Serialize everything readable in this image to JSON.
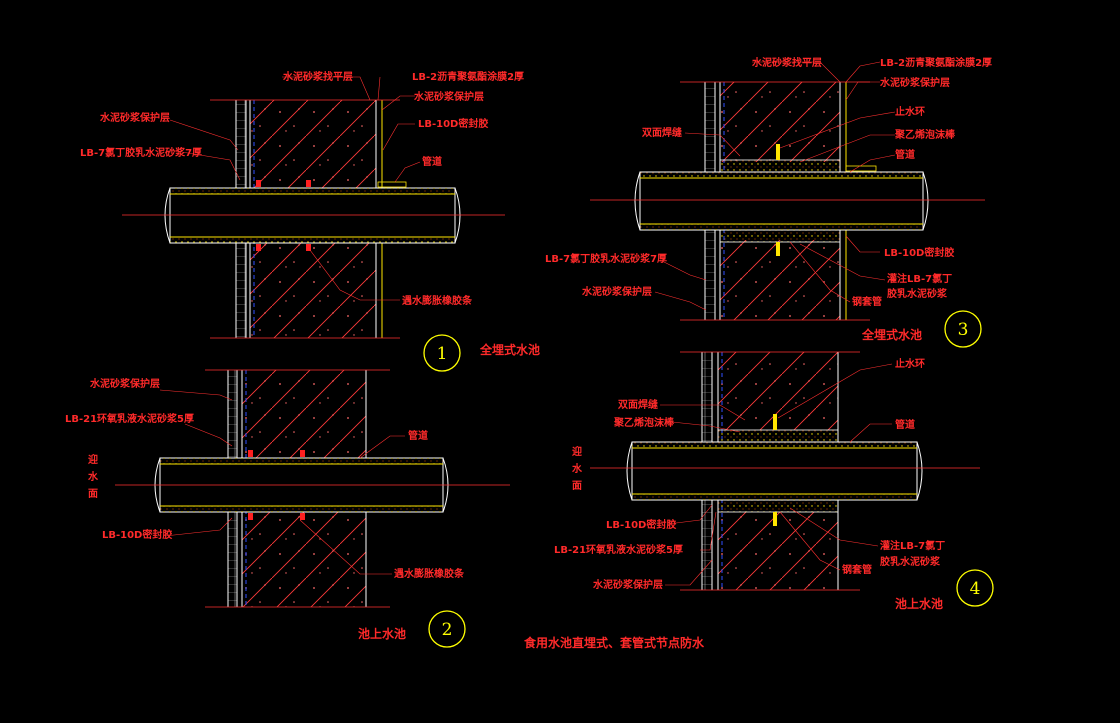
{
  "colors": {
    "background": "#000000",
    "label": "#ff2a2a",
    "wall_line": "#ffffff",
    "hatch": "#ff3a3a",
    "pipe": "#ffe600",
    "pipe_shell": "#ffffff",
    "circle": "#ffff00",
    "waterline": "#ff3030",
    "dashed_blue": "#3050ff"
  },
  "main_title": "食用水池直埋式、套管式节点防水",
  "details": [
    {
      "number": "1",
      "caption": "全埋式水池",
      "labels": [
        "水泥砂浆找平层",
        "LB-2沥青聚氨酯涂膜2厚",
        "水泥砂浆保护层",
        "LB-10D密封胶",
        "水泥砂浆保护层",
        "LB-7氯丁胶乳水泥砂浆7厚",
        "管道",
        "遇水膨胀橡胶条"
      ]
    },
    {
      "number": "2",
      "caption": "池上水池",
      "labels": [
        "水泥砂浆保护层",
        "LB-21环氧乳液水泥砂浆5厚",
        "管道",
        "迎",
        "水",
        "面",
        "LB-10D密封胶",
        "遇水膨胀橡胶条"
      ]
    },
    {
      "number": "3",
      "caption": "全埋式水池",
      "labels": [
        "水泥砂浆找平层",
        "LB-2沥青聚氨酯涂膜2厚",
        "水泥砂浆保护层",
        "止水环",
        "双面焊缝",
        "聚乙烯泡沫棒",
        "管道",
        "LB-10D密封胶",
        "LB-7氯丁胶乳水泥砂浆7厚",
        "灌注LB-7氯丁",
        "胶乳水泥砂浆",
        "水泥砂浆保护层",
        "钢套管"
      ]
    },
    {
      "number": "4",
      "caption": "池上水池",
      "labels": [
        "止水环",
        "双面焊缝",
        "聚乙烯泡沫棒",
        "管道",
        "迎",
        "水",
        "面",
        "LB-10D密封胶",
        "LB-21环氧乳液水泥砂浆5厚",
        "灌注LB-7氯丁",
        "胶乳水泥砂浆",
        "水泥砂浆保护层",
        "钢套管"
      ]
    }
  ]
}
